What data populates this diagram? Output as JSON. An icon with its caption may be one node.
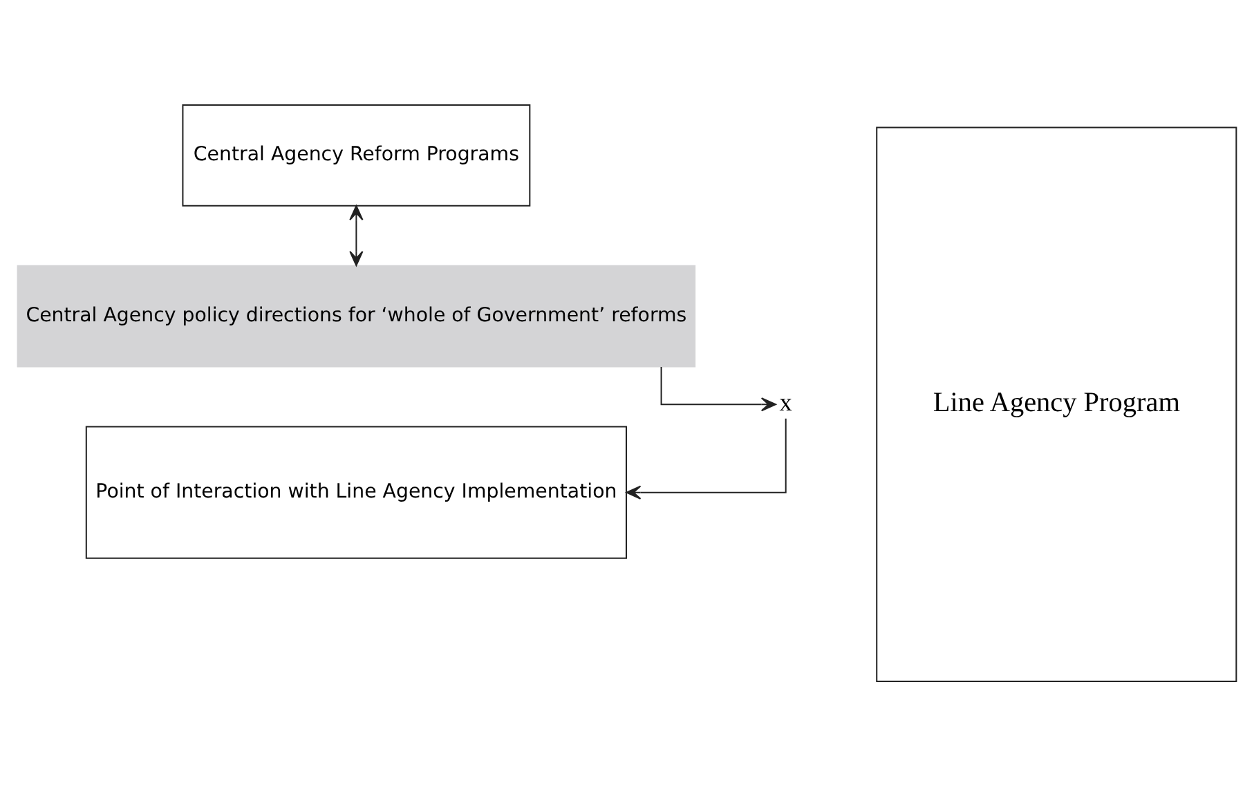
{
  "diagram": {
    "nodes": [
      {
        "text": [
          "Central Agency Reform Programs"
        ]
      },
      {
        "text": [
          "Central Agency policy directions for ‘whole of Government’ reforms"
        ]
      },
      {
        "text": [
          "Point of Interaction with Line Agency Implementation"
        ]
      },
      {
        "text": [
          "Line Agency Program"
        ]
      },
      {
        "text": [
          "x"
        ]
      }
    ],
    "edges": [
      {
        "from": 0,
        "to": 1,
        "arrow": "both"
      },
      {
        "from": 1,
        "to": 4,
        "arrow": "to"
      },
      {
        "from": 4,
        "to": 2,
        "arrow": "to"
      }
    ]
  }
}
